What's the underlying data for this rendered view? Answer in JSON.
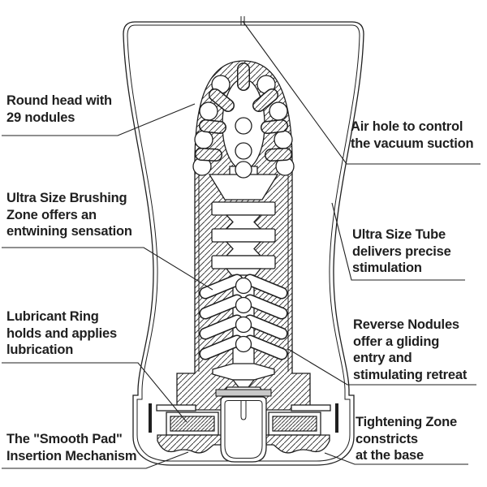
{
  "figure": {
    "type": "cutaway-diagram",
    "colors": {
      "background": "#ffffff",
      "line": "#1f1f1f",
      "shade": "#c9c9c9"
    },
    "labels": {
      "round_head": "Round head with\n29 nodules",
      "air_hole": "Air hole to control\nthe vacuum suction",
      "brushing_zone": "Ultra Size Brushing\nZone offers an\nentwining sensation",
      "ultra_tube": "Ultra Size Tube\ndelivers precise\nstimulation",
      "lubricant_ring": "Lubricant Ring\nholds and applies\nlubrication",
      "reverse_nodules": "Reverse Nodules\noffer a gliding\nentry and\nstimulating retreat",
      "smooth_pad": "The \"Smooth Pad\"\nInsertion Mechanism",
      "tightening_zone": "Tightening Zone\nconstricts\nat the base"
    }
  }
}
